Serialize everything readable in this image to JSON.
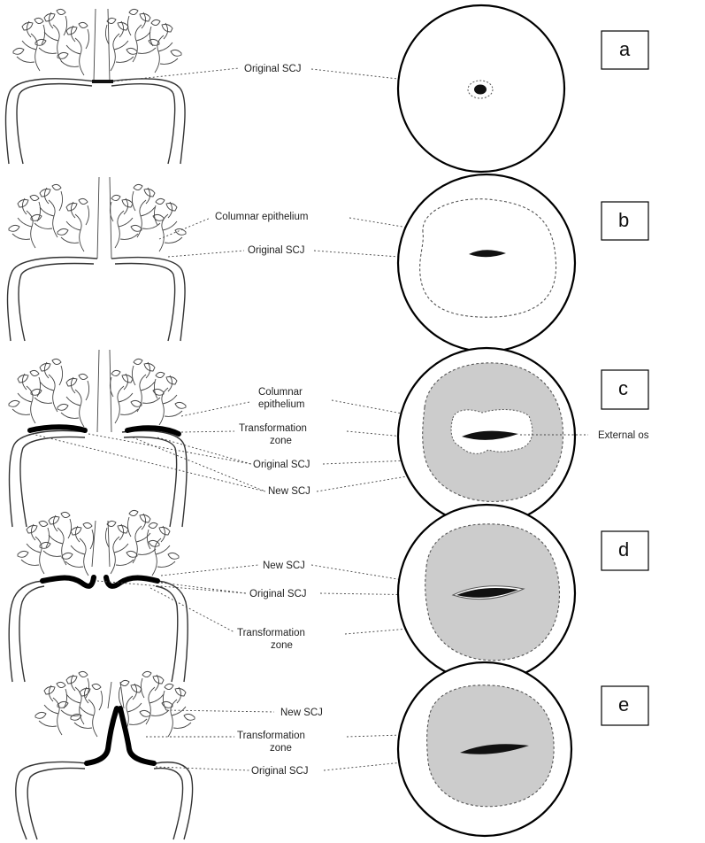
{
  "colors": {
    "transformation_zone_fill": "#cccccc",
    "os": "#111111",
    "line": "#333333"
  },
  "panels": [
    {
      "letter": "a",
      "labels": [
        "Original SCJ"
      ]
    },
    {
      "letter": "b",
      "labels": [
        "Columnar epithelium",
        "Original SCJ"
      ]
    },
    {
      "letter": "c",
      "labels": [
        "Columnar",
        "epithelium",
        "Transformation",
        "zone",
        "Original SCJ",
        "New SCJ",
        "External os"
      ]
    },
    {
      "letter": "d",
      "labels": [
        "New SCJ",
        "Original SCJ",
        "Transformation",
        "zone"
      ]
    },
    {
      "letter": "e",
      "labels": [
        "New SCJ",
        "Transformation",
        "zone",
        "Original SCJ"
      ]
    }
  ]
}
